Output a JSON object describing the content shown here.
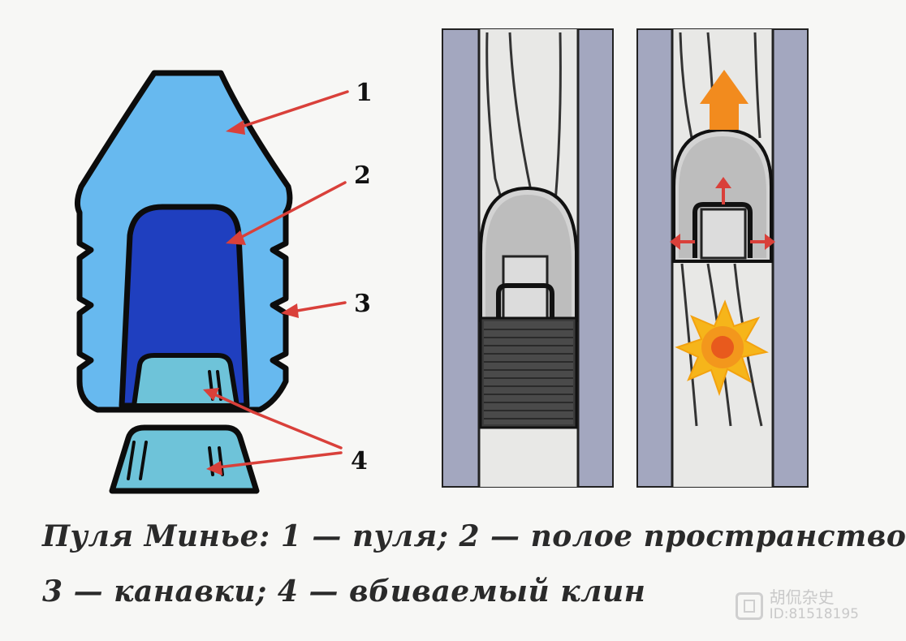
{
  "labels": {
    "n1": "1",
    "n2": "2",
    "n3": "3",
    "n4": "4"
  },
  "caption": {
    "line1": "Пуля Минье: 1 — пуля; 2 — полое пространство",
    "line2": "3 — канавки; 4 — вбиваемый клин"
  },
  "watermark": {
    "name": "胡侃杂史",
    "id": "ID:81518195"
  },
  "colors": {
    "bullet_body": "#67b9ef",
    "hollow_cavity": "#1f3fbf",
    "wedge": "#6ec3d9",
    "barrel_wall": "#a3a7bf",
    "bore": "#e8e8e6",
    "arrow_red": "#d9403a",
    "thrust_arrow": "#f28b1e",
    "explosion": "#f6b51a"
  }
}
